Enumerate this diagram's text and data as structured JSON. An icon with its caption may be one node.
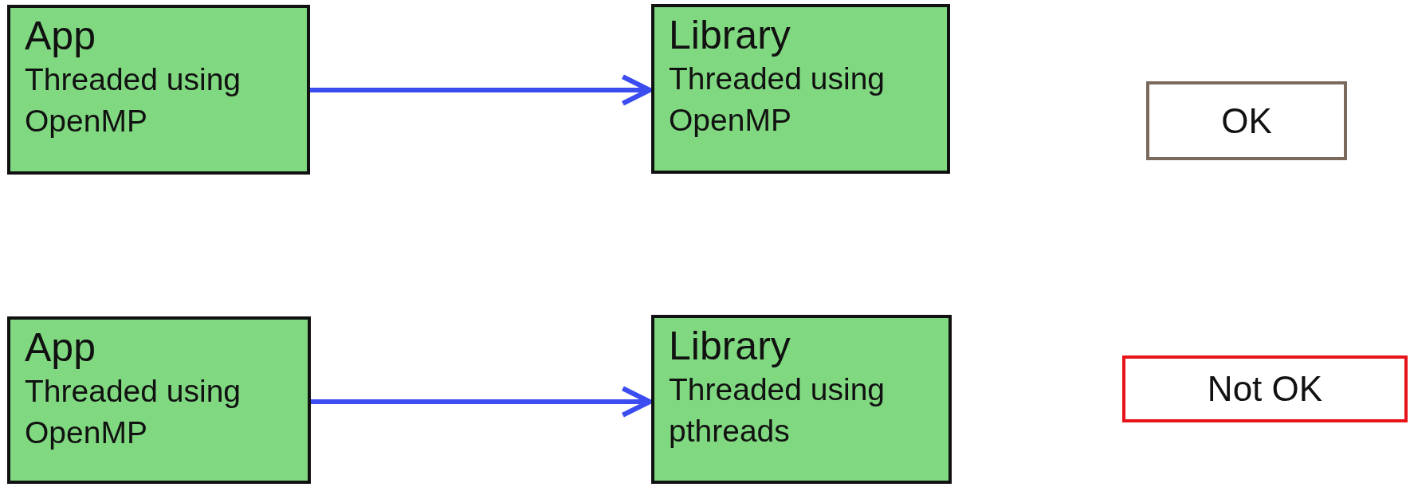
{
  "diagram": {
    "nodes": [
      {
        "text": [
          "App",
          "Threaded using OpenMP"
        ]
      },
      {
        "text": [
          "Library",
          "Threaded using OpenMP"
        ]
      },
      {
        "text": [
          "OK"
        ]
      },
      {
        "text": [
          "App",
          "Threaded using OpenMP"
        ]
      },
      {
        "text": [
          "Library",
          "Threaded using pthreads"
        ]
      },
      {
        "text": [
          "Not OK"
        ]
      }
    ],
    "edges": [
      {
        "from": 0,
        "to": 1,
        "arrow": "to"
      },
      {
        "from": 3,
        "to": 4,
        "arrow": "to"
      }
    ]
  }
}
